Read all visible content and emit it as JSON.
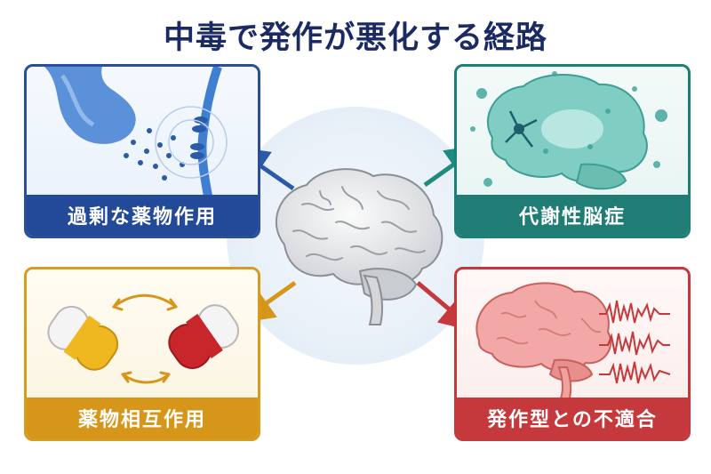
{
  "title": "中毒で発作が悪化する経路",
  "paths": [
    {
      "label": "過剰な薬物作用",
      "color": "#234a99"
    },
    {
      "label": "代謝性脳症",
      "color": "#1f7d75"
    },
    {
      "label": "薬物相互作用",
      "color": "#d6961a"
    },
    {
      "label": "発作型との不適合",
      "color": "#c5383b"
    }
  ]
}
